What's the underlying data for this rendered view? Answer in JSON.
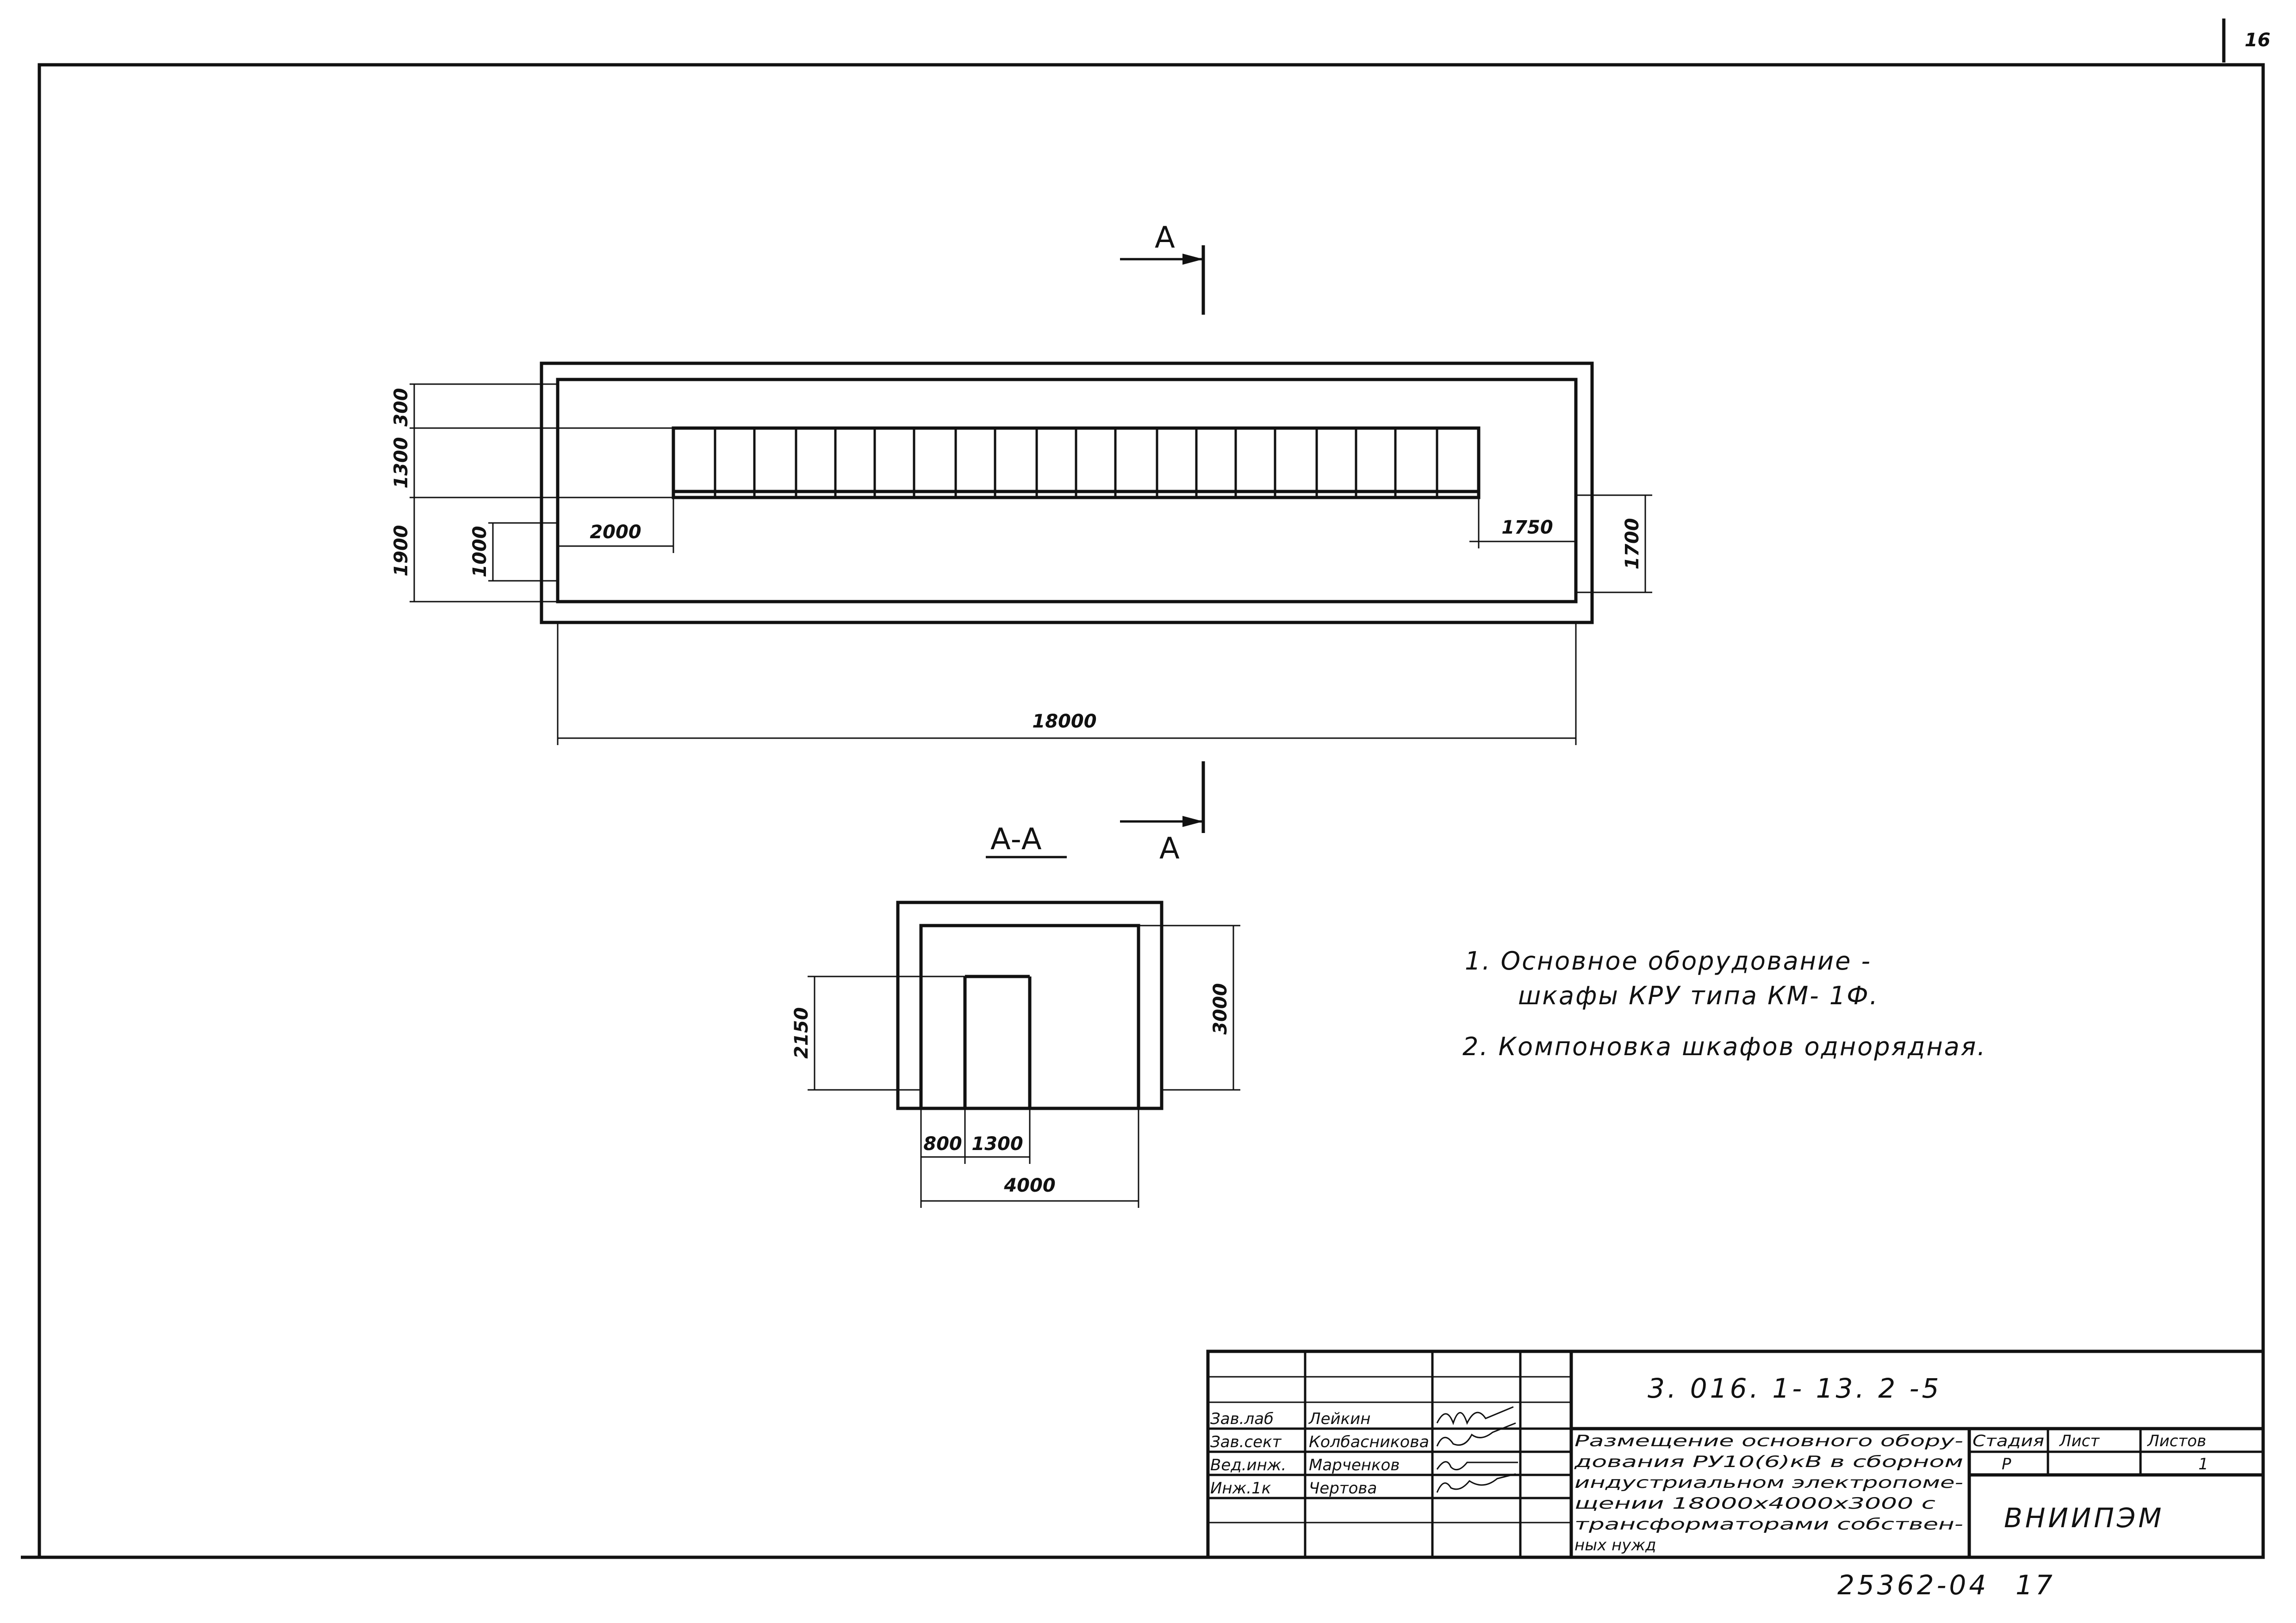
{
  "sheet": {
    "page_number": "16",
    "footer_code": "25362-04",
    "footer_page": "17"
  },
  "plan": {
    "section_mark": "A",
    "dims": {
      "top_offset": "300",
      "cabinet_depth": "1300",
      "aisle": "1900",
      "door": "1000",
      "left_gap": "2000",
      "right_gap": "1750",
      "right_door": "1700",
      "total_length": "18000"
    }
  },
  "section": {
    "title": "А-А",
    "dims": {
      "cabinet_height": "2150",
      "room_height": "3000",
      "offset": "800",
      "cabinet_depth": "1300",
      "room_width": "4000"
    }
  },
  "notes": [
    "1.  Основное  оборудование  -",
    "шкафы  КРУ  типа  КМ- 1Ф.",
    "2.  Компоновка  шкафов  однорядная."
  ],
  "title_block": {
    "doc_code": "3. 016. 1- 13.  2  -5",
    "roles": [
      "Зав.лаб",
      "Зав.сект",
      "Вед.инж.",
      "Инж.1к"
    ],
    "names": [
      "Лейкин",
      "Колбасникова",
      "Марченков",
      "Чертова"
    ],
    "description": [
      "Размещение основного обору-",
      "дования РУ10(6)кВ в сборном",
      "индустриальном электропоме-",
      "щении 18000х4000х3000 с",
      "трансформаторами собствен-",
      "ных нужд"
    ],
    "stage_label": "Стадия",
    "sheet_label": "Лист",
    "sheets_label": "Листов",
    "stage_value": "Р",
    "sheets_value": "1",
    "org": "ВНИИПЭМ"
  }
}
